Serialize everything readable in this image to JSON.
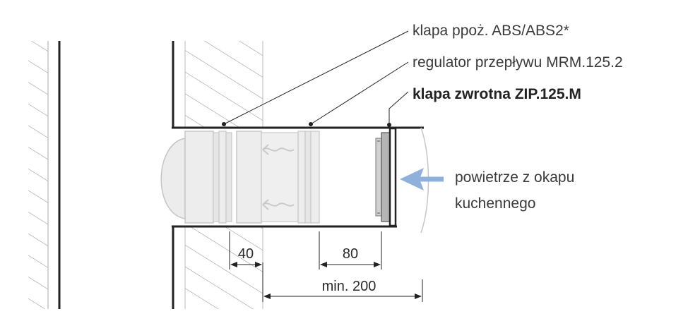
{
  "labels": {
    "fire_damper": "klapa ppoż. ABS/ABS2*",
    "flow_regulator": "regulator przepływu MRM.125.2",
    "check_valve": "klapa zwrotna ZIP.125.M",
    "airflow_line1": "powietrze z okapu",
    "airflow_line2": "kuchennego"
  },
  "dimensions": {
    "d40": "40",
    "d80": "80",
    "dmin200": "min. 200"
  },
  "colors": {
    "line": "#222222",
    "hatch": "#9a9a9a",
    "duct_fill": "#ececec",
    "arrow": "#8fb0da"
  }
}
